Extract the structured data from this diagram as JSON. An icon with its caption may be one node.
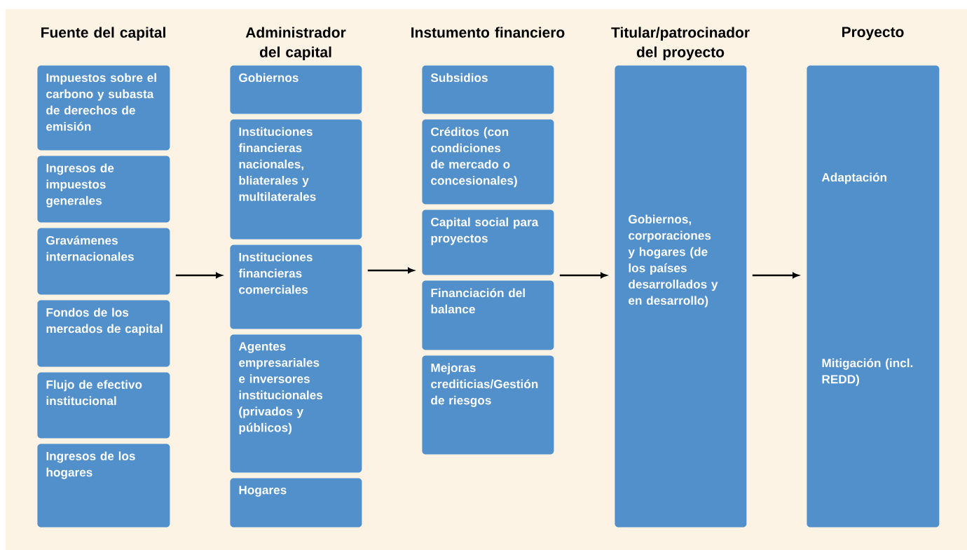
{
  "diagram": {
    "nodes": [
      {
        "text": [
          "Impuestos sobre el carbono y subasta de derechos de emisión"
        ]
      },
      {
        "text": [
          "Ingresos de impuestos generales"
        ]
      },
      {
        "text": [
          "Gravámenes internacionales"
        ]
      },
      {
        "text": [
          "Fondos de los mercados de capital"
        ]
      },
      {
        "text": [
          "Flujo de efectivo institucional"
        ]
      },
      {
        "text": [
          "Ingresos de los hogares"
        ]
      },
      {
        "text": [
          "Gobiernos"
        ]
      },
      {
        "text": [
          "Instituciones financieras nacionales, bliaterales y multilaterales"
        ]
      },
      {
        "text": [
          "Instituciones financieras comerciales"
        ]
      },
      {
        "text": [
          "Agentes empresariales e inversores institucionales (privados y públicos)"
        ]
      },
      {
        "text": [
          "Hogares"
        ]
      },
      {
        "text": [
          "Subsidios"
        ]
      },
      {
        "text": [
          "Créditos (con condiciones de mercado o concesionales)"
        ]
      },
      {
        "text": [
          "Capital social para proyectos"
        ]
      },
      {
        "text": [
          "Financiación del balance"
        ]
      },
      {
        "text": [
          "Mejoras crediticias/Gestión de riesgos"
        ]
      },
      {
        "text": [
          "Gobiernos, corporaciones y hogares (de los países desarrollados y en desarrollo)"
        ]
      },
      {
        "text": [
          "Adaptación",
          "Mitigación (incl. REDD)"
        ]
      }
    ],
    "edges": [
      {
        "from": 2,
        "to": 8,
        "arrow": "to"
      },
      {
        "from": 8,
        "to": 13,
        "arrow": "to"
      },
      {
        "from": 13,
        "to": 16,
        "arrow": "to"
      },
      {
        "from": 16,
        "to": 17,
        "arrow": "to"
      }
    ],
    "labels": [
      "Fuente del capital",
      "Administrador del capital",
      "Instumento financiero",
      "Titular/patrocinador del proyecto",
      "Proyecto"
    ]
  }
}
